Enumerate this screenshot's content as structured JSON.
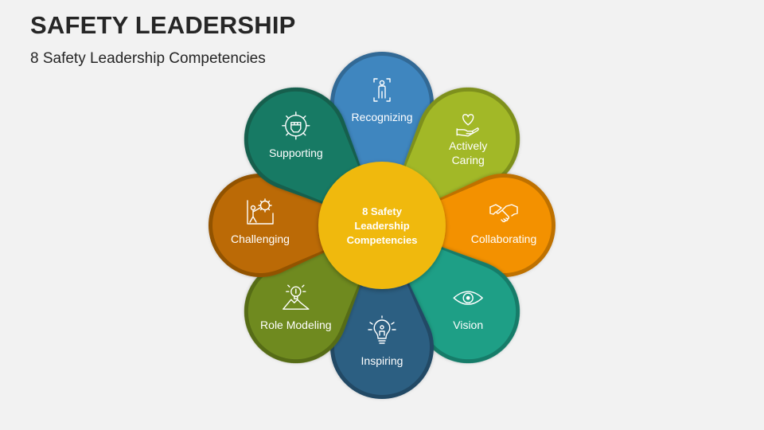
{
  "header": {
    "title": "SAFETY LEADERSHIP",
    "subtitle": "8 Safety Leadership Competencies"
  },
  "hub": {
    "lines": [
      "8 Safety",
      "Leadership",
      "Competencies"
    ],
    "color": "#f0b90d"
  },
  "petals": [
    {
      "label_lines": [
        "Recognizing"
      ],
      "icon": "person-focus-icon",
      "color": "#3f86bf"
    },
    {
      "label_lines": [
        "Actively",
        "Caring"
      ],
      "icon": "heart-in-hand-icon",
      "color": "#a2b827"
    },
    {
      "label_lines": [
        "Collaborating"
      ],
      "icon": "handshake-icon",
      "color": "#f39100"
    },
    {
      "label_lines": [
        "Vision"
      ],
      "icon": "eye-icon",
      "color": "#1e9f86"
    },
    {
      "label_lines": [
        "Inspiring"
      ],
      "icon": "lightbulb-person-icon",
      "color": "#2c5f82"
    },
    {
      "label_lines": [
        "Role Modeling"
      ],
      "icon": "idea-mountain-icon",
      "color": "#6f8a1f"
    },
    {
      "label_lines": [
        "Challenging"
      ],
      "icon": "push-gear-icon",
      "color": "#bb6a06"
    },
    {
      "label_lines": [
        "Supporting"
      ],
      "icon": "gear-fist-icon",
      "color": "#177a64"
    }
  ]
}
